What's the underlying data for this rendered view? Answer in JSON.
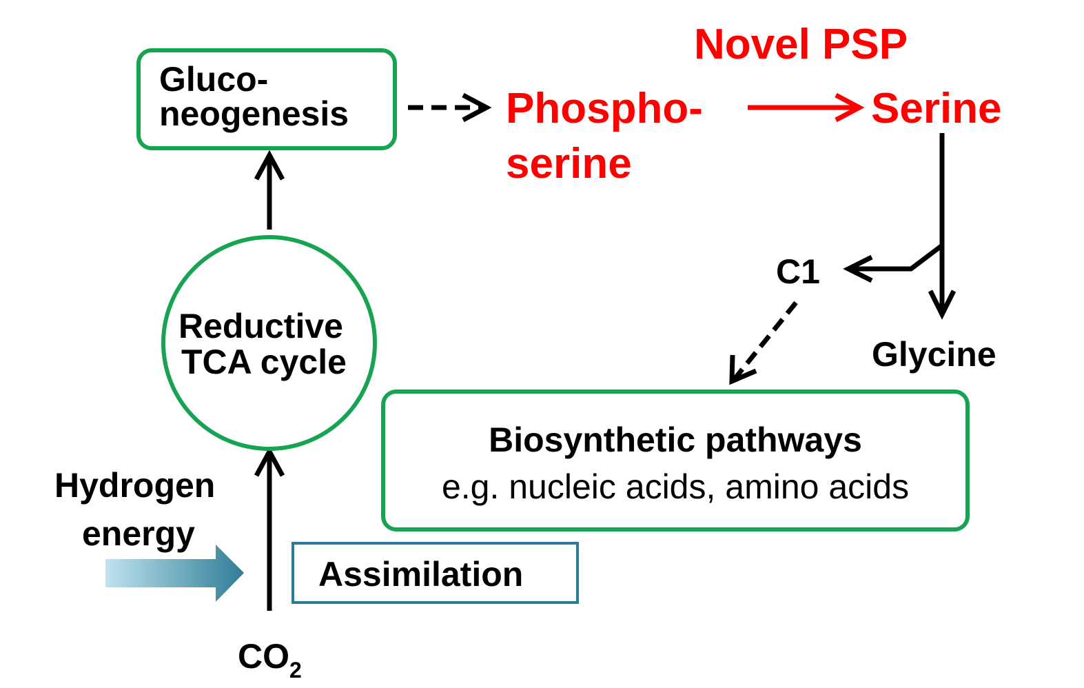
{
  "colors": {
    "green_box": "#18a352",
    "red_text": "#ff0000",
    "blue_box": "#2a7a9a",
    "arrow": "#000000",
    "energy_arrow_start": "#bfe3ee",
    "energy_arrow_end": "#2f7d96"
  },
  "nodes": {
    "gluconeogenesis": {
      "line1": "Gluco-",
      "line2": "neogenesis"
    },
    "phosphoserine": {
      "line1": "Phospho-",
      "line2": "serine"
    },
    "novel_psp": "Novel PSP",
    "serine": "Serine",
    "c1": "C1",
    "glycine": "Glycine",
    "reductive_tca": {
      "line1": "Reductive",
      "line2": "TCA cycle"
    },
    "biosynthetic": {
      "title": "Biosynthetic pathways",
      "subtitle": "e.g. nucleic acids, amino acids"
    },
    "hydrogen_energy": {
      "line1": "Hydrogen",
      "line2": "energy"
    },
    "assimilation": "Assimilation",
    "co2": {
      "base": "CO",
      "sub": "2"
    }
  },
  "edges": [
    {
      "from": "co2",
      "to": "reductive_tca",
      "style": "solid"
    },
    {
      "from": "reductive_tca",
      "to": "gluconeogenesis",
      "style": "solid"
    },
    {
      "from": "gluconeogenesis",
      "to": "phosphoserine",
      "style": "dashed"
    },
    {
      "from": "phosphoserine",
      "to": "serine",
      "style": "solid",
      "color": "red"
    },
    {
      "from": "serine",
      "to": "glycine",
      "style": "solid"
    },
    {
      "from": "serine",
      "to": "c1",
      "style": "solid"
    },
    {
      "from": "c1",
      "to": "biosynthetic",
      "style": "dashed"
    },
    {
      "from": "hydrogen_energy",
      "to": "assimilation",
      "style": "block-arrow"
    }
  ]
}
